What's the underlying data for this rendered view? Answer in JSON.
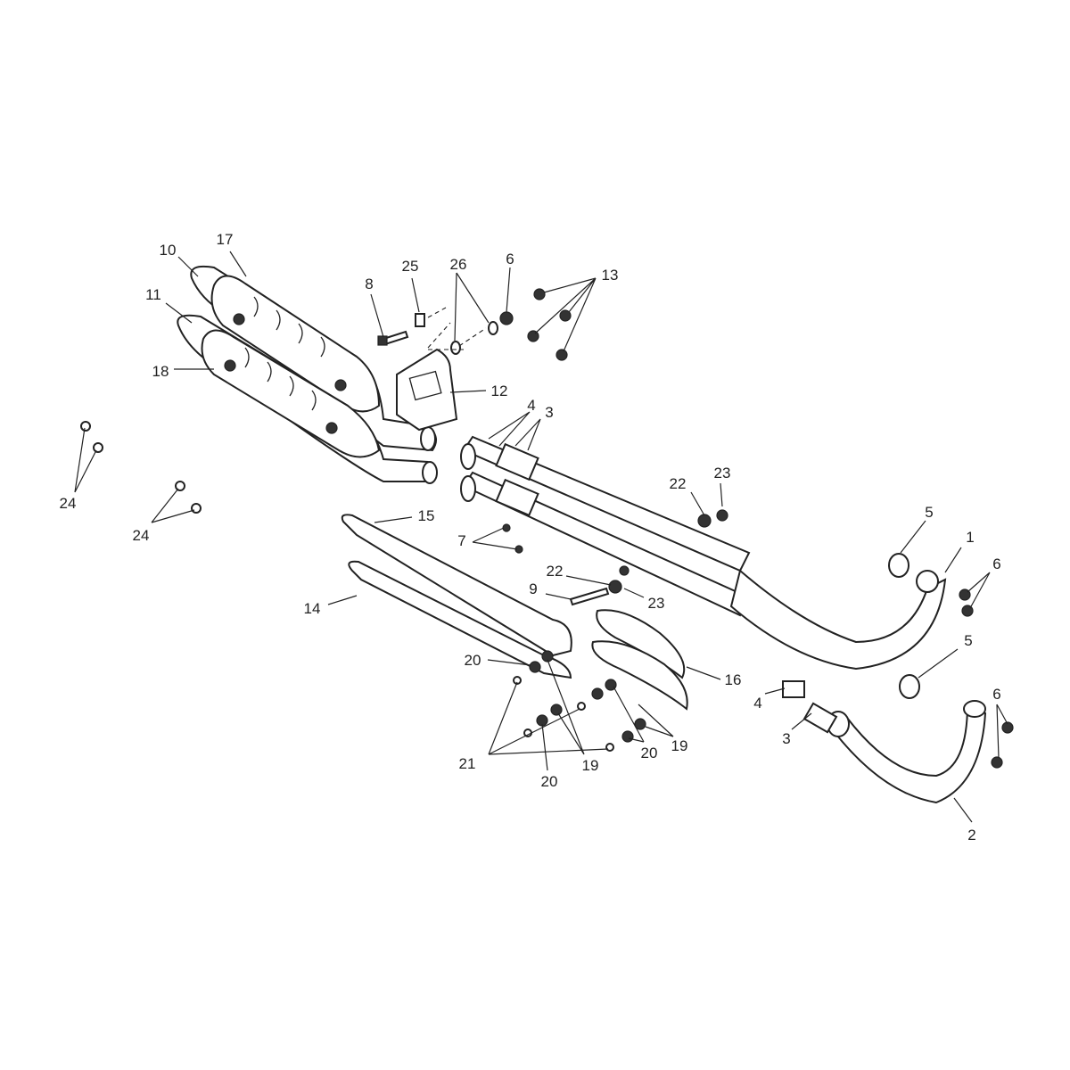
{
  "diagram": {
    "type": "exploded-parts-diagram",
    "callouts": [
      "10",
      "17",
      "11",
      "18",
      "8",
      "25",
      "26",
      "6",
      "13",
      "12",
      "4",
      "3",
      "22",
      "23",
      "24",
      "24",
      "15",
      "7",
      "5",
      "1",
      "6",
      "22",
      "9",
      "23",
      "14",
      "5",
      "16",
      "20",
      "4",
      "3",
      "6",
      "19",
      "20",
      "19",
      "21",
      "20",
      "2"
    ]
  }
}
